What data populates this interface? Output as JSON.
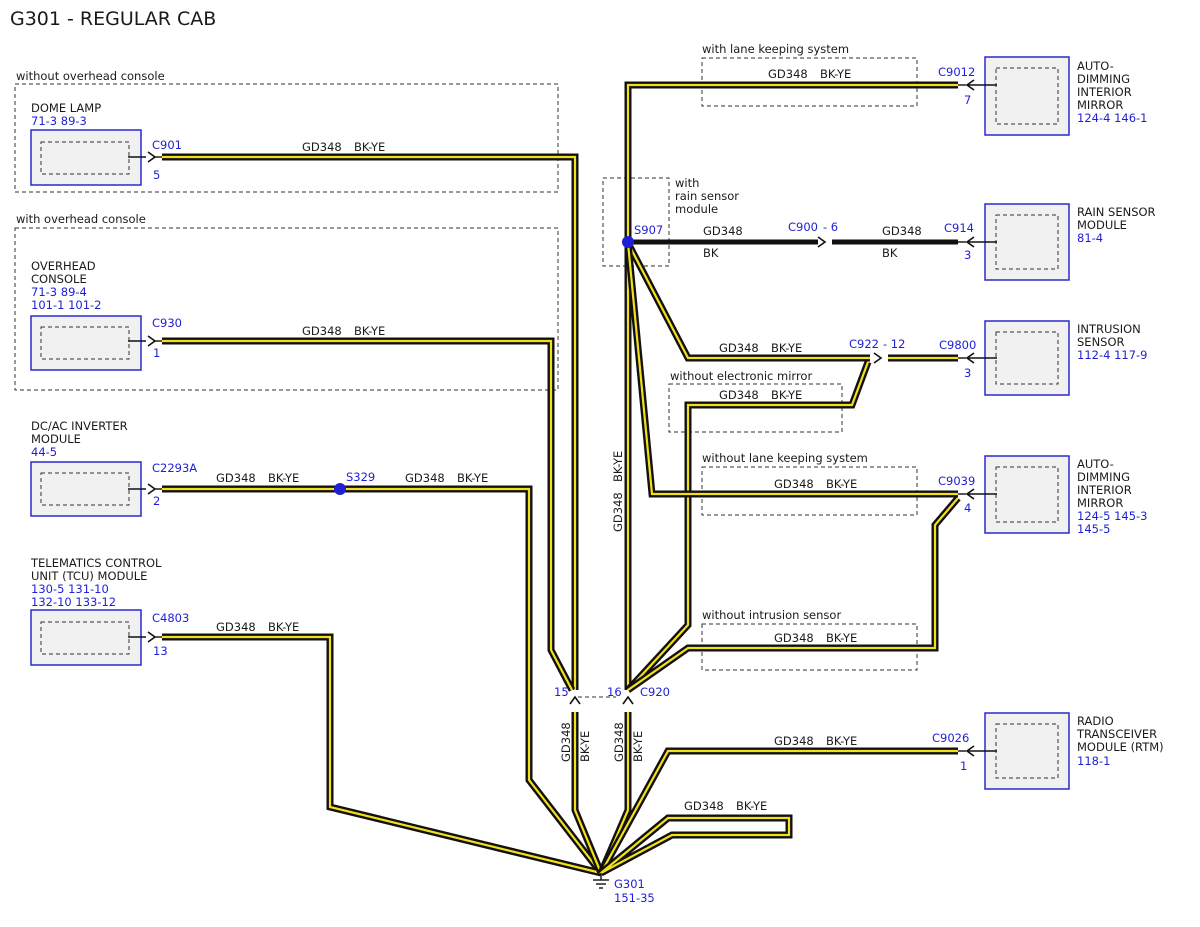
{
  "title": "G301 - REGULAR CAB",
  "colors": {
    "wire_outer": "#111111",
    "wire_inner": "#f4df1c",
    "connector_blue": "#1f1fd6"
  },
  "wire": {
    "circuit": "GD348",
    "color": "BK-YE",
    "color_bk": "BK"
  },
  "regions": {
    "without_overhead": "without overhead console",
    "with_overhead": "with overhead console",
    "lane_keeping": "with lane keeping system",
    "rain_sensor": [
      "with",
      "rain sensor",
      "module"
    ],
    "without_mirror": "without electronic mirror",
    "without_lane": "without lane keeping system",
    "without_intrusion": "without intrusion sensor"
  },
  "left_modules": [
    {
      "name": [
        "DOME LAMP"
      ],
      "refs": [
        "71-3   89-3"
      ],
      "connector": "C901",
      "pin": "5"
    },
    {
      "name": [
        "OVERHEAD",
        "CONSOLE"
      ],
      "refs": [
        "71-3   89-4",
        "101-1  101-2"
      ],
      "connector": "C930",
      "pin": "1"
    },
    {
      "name": [
        "DC/AC INVERTER",
        "MODULE"
      ],
      "refs": [
        "44-5"
      ],
      "connector": "C2293A",
      "pin": "2"
    },
    {
      "name": [
        "TELEMATICS CONTROL",
        "UNIT (TCU) MODULE"
      ],
      "refs": [
        "130-5   131-10",
        "132-10  133-12"
      ],
      "connector": "C4803",
      "pin": "13"
    }
  ],
  "right_modules": [
    {
      "name": [
        "AUTO-",
        "DIMMING",
        "INTERIOR",
        "MIRROR"
      ],
      "refs": [
        "124-4  146-1"
      ],
      "connector": "C9012",
      "pin": "7"
    },
    {
      "name": [
        "RAIN SENSOR",
        "MODULE"
      ],
      "refs": [
        "81-4"
      ],
      "connector": "C914",
      "pin": "3"
    },
    {
      "name": [
        "INTRUSION",
        "SENSOR"
      ],
      "refs": [
        "112-4  117-9"
      ],
      "connector": "C9800",
      "pin": "3"
    },
    {
      "name": [
        "AUTO-",
        "DIMMING",
        "INTERIOR",
        "MIRROR"
      ],
      "refs": [
        "124-5  145-3",
        "145-5"
      ],
      "connector": "C9039",
      "pin": "4"
    },
    {
      "name": [
        "RADIO",
        "TRANSCEIVER",
        "MODULE (RTM)"
      ],
      "refs": [
        "118-1"
      ],
      "connector": "C9026",
      "pin": "1"
    }
  ],
  "splices": {
    "s329": "S329",
    "s907": "S907"
  },
  "inline": {
    "c900": "C900",
    "c900_pin": "- 6",
    "c922": "C922",
    "c922_pin": "- 12",
    "c920": "C920",
    "c920_pin15": "15",
    "c920_pin16": "16"
  },
  "ground": {
    "name": "G301",
    "ref": "151-35"
  }
}
